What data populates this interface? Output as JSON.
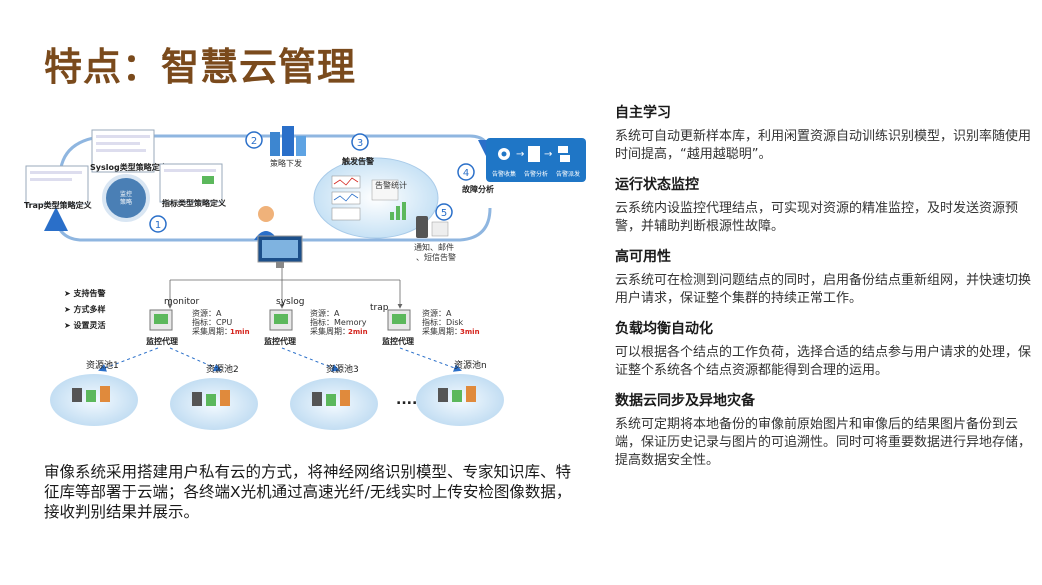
{
  "page": {
    "title": "特点：智慧云管理",
    "description": "审像系统采用搭建用户私有云的方式，将神经网络识别模型、专家知识库、特征库等部署于云端；各终端X光机通过高速光纤/无线实时上传安检图像数据，接收判别结果并展示。"
  },
  "diagram": {
    "labels": {
      "syslog_def": "Syslog类型策略定义",
      "trap_def": "Trap类型策略定义",
      "metric_def": "指标类型策略定义",
      "center_badge": "监控\n策略",
      "step_numbers": [
        "1",
        "2",
        "3",
        "4",
        "5"
      ],
      "policy_push": "策略下发",
      "trigger_alarm": "触发告警",
      "alarm_stats": "告警统计",
      "fault_analysis": "故障分析",
      "notify": "通知、邮件\n、短信告警",
      "flow_steps": [
        "告警收集",
        "告警分析",
        "告警派发"
      ],
      "bullets": [
        "支持告警",
        "方式多样",
        "设置灵活"
      ],
      "protocols": [
        "monitor",
        "syslog",
        "trap"
      ],
      "agent": "监控代理",
      "agents": [
        {
          "res": "资源：A",
          "metric": "指标：CPU",
          "cycle": "采集周期：",
          "val": "1min"
        },
        {
          "res": "资源：A",
          "metric": "指标：Memory",
          "cycle": "采集周期：",
          "val": "2min"
        },
        {
          "res": "资源：A",
          "metric": "指标：Disk",
          "cycle": "采集周期：",
          "val": "3min"
        }
      ],
      "pools": [
        "资源池1",
        "资源池2",
        "资源池3",
        "资源池n"
      ],
      "ellipsis": "......"
    },
    "colors": {
      "arrow_blue": "#2a6fc9",
      "cloud_light": "#d6eaf8",
      "panel_blue": "#1f76c6",
      "alert_red": "#d4231c"
    }
  },
  "features": [
    {
      "title": "自主学习",
      "text": "系统可自动更新样本库，利用闲置资源自动训练识别模型，识别率随使用时间提高，“越用越聪明”。"
    },
    {
      "title": "运行状态监控",
      "text": "云系统内设监控代理结点，可实现对资源的精准监控，及时发送资源预警，并辅助判断根源性故障。"
    },
    {
      "title": "高可用性",
      "text": "云系统可在检测到问题结点的同时，启用备份结点重新组网，并快速切换用户请求，保证整个集群的持续正常工作。"
    },
    {
      "title": "负载均衡自动化",
      "text": "可以根据各个结点的工作负荷，选择合适的结点参与用户请求的处理，保证整个系统各个结点资源都能得到合理的运用。"
    },
    {
      "title": "数据云同步及异地灾备",
      "text": "系统可定期将本地备份的审像前原始图片和审像后的结果图片备份到云端，保证历史记录与图片的可追溯性。同时可将重要数据进行异地存储，提高数据安全性。"
    }
  ]
}
